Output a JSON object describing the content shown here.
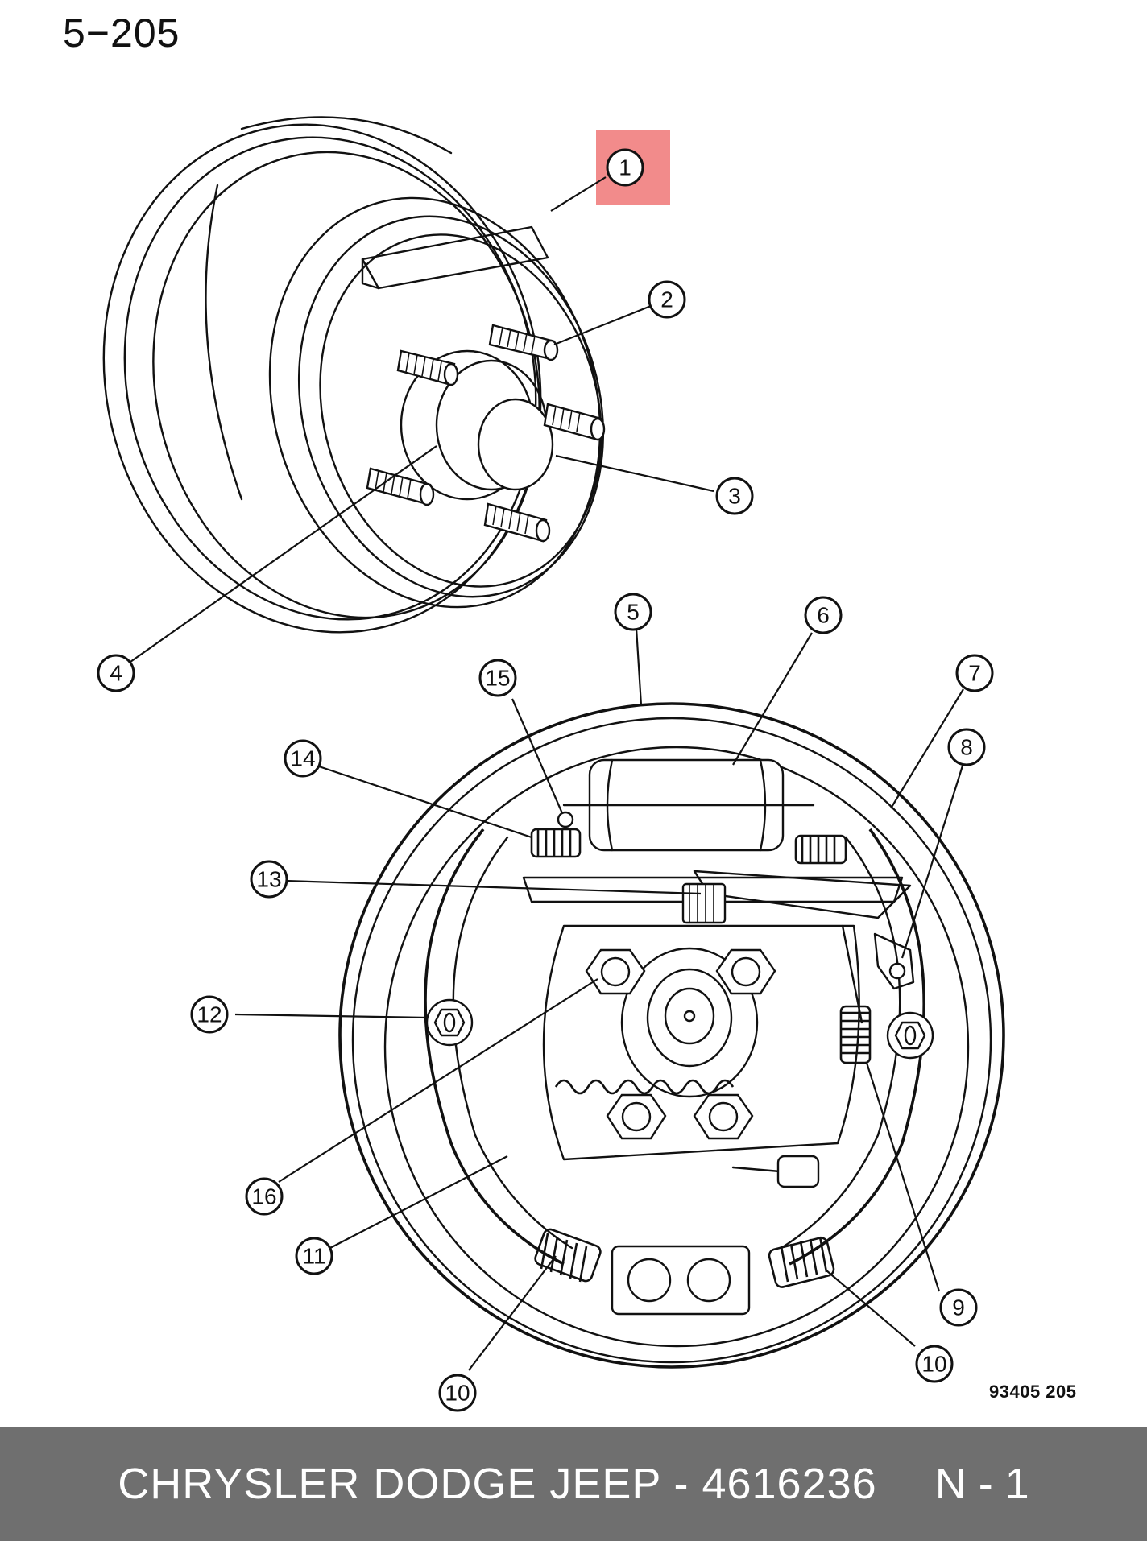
{
  "page_number": "5−205",
  "figure_code": "93405  205",
  "highlight_color": "#f28b8b",
  "callouts": [
    "1",
    "2",
    "3",
    "4",
    "5",
    "6",
    "7",
    "8",
    "9",
    "10",
    "10",
    "11",
    "12",
    "13",
    "14",
    "15",
    "16"
  ],
  "footer": {
    "part_text": "CHRYSLER DODGE JEEP - 4616236",
    "quantity": "N - 1",
    "background": "#6f6f6f"
  }
}
